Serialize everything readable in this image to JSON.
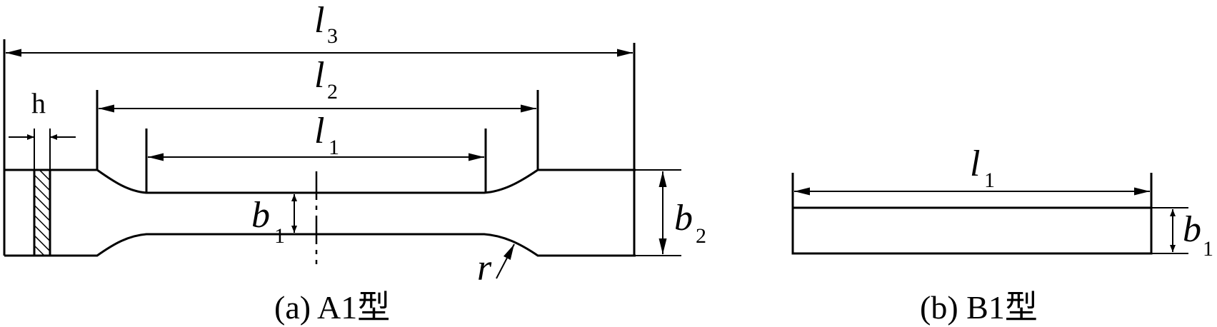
{
  "figure_a": {
    "caption": "(a) A1型",
    "labels": {
      "l3": {
        "sym": "l",
        "sub": "3"
      },
      "l2": {
        "sym": "l",
        "sub": "2"
      },
      "l1": {
        "sym": "l",
        "sub": "1"
      },
      "b1": {
        "sym": "b",
        "sub": "1"
      },
      "b2": {
        "sym": "b",
        "sub": "2"
      },
      "h": "h",
      "r": "r"
    }
  },
  "figure_b": {
    "caption": "(b) B1型",
    "labels": {
      "l1": {
        "sym": "l",
        "sub": "1"
      },
      "b1": {
        "sym": "b",
        "sub": "1"
      }
    }
  }
}
